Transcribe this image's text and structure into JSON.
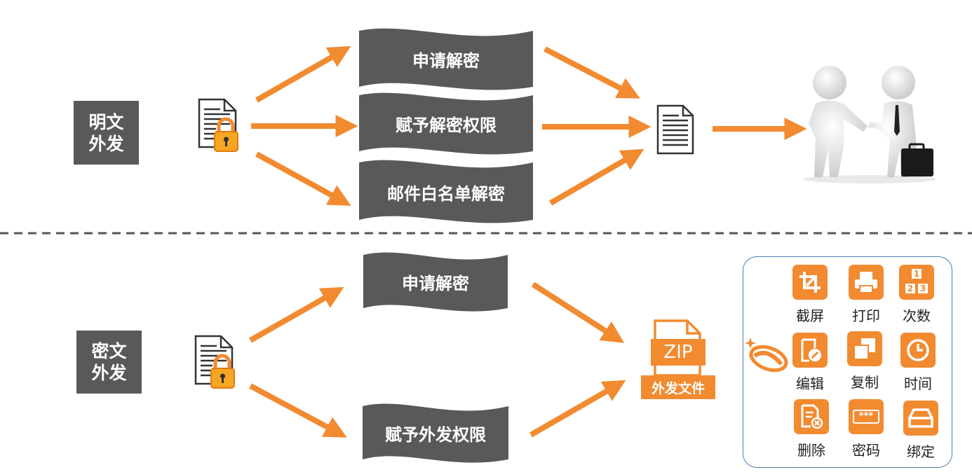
{
  "plain_section": {
    "label_line1": "明文",
    "label_line2": "外发",
    "steps": [
      "申请解密",
      "赋予解密权限",
      "邮件白名单解密"
    ]
  },
  "cipher_section": {
    "label_line1": "密文",
    "label_line2": "外发",
    "steps": [
      "申请解密",
      "赋予外发权限"
    ],
    "zip_text": "ZIP",
    "zip_caption": "外发文件"
  },
  "permissions": [
    {
      "label": "截屏",
      "icon": "crop-icon"
    },
    {
      "label": "打印",
      "icon": "printer-icon"
    },
    {
      "label": "次数",
      "icon": "count-icon"
    },
    {
      "label": "编辑",
      "icon": "edit-icon"
    },
    {
      "label": "复制",
      "icon": "copy-icon"
    },
    {
      "label": "时间",
      "icon": "clock-icon"
    },
    {
      "label": "删除",
      "icon": "delete-icon"
    },
    {
      "label": "密码",
      "icon": "password-icon"
    },
    {
      "label": "绑定",
      "icon": "bind-icon"
    }
  ],
  "count_digits": [
    "1",
    "2",
    "3"
  ],
  "password_mask": "***",
  "colors": {
    "accent": "#F28A30",
    "banner": "#595959",
    "panel_border": "#4a7fb5",
    "divider": "#555555"
  }
}
